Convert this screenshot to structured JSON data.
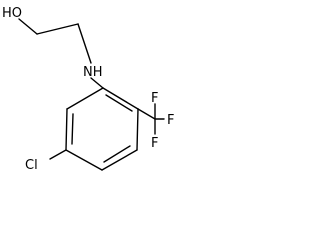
{
  "structure": {
    "atoms": {
      "hydroxyl": "HO",
      "amine": "NH",
      "chlorine": "Cl",
      "fluorine_upper": "F",
      "fluorine_right": "F",
      "fluorine_lower": "F"
    }
  }
}
